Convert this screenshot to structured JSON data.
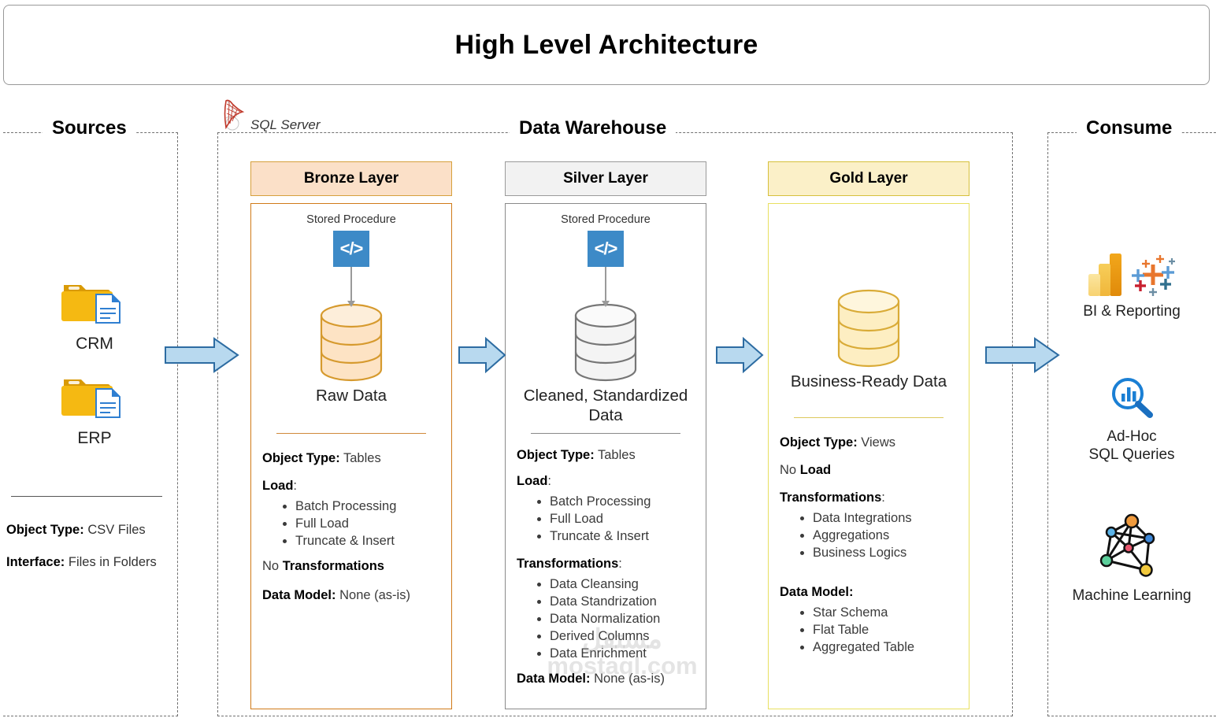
{
  "title": "High Level Architecture",
  "platform_tag": {
    "label": "SQL Server",
    "icon": "sql-server-icon"
  },
  "zones": {
    "sources": {
      "label": "Sources"
    },
    "warehouse": {
      "label": "Data Warehouse"
    },
    "consume": {
      "label": "Consume"
    }
  },
  "sources": {
    "items": [
      {
        "label": "CRM",
        "icon": "folder-csv-icon"
      },
      {
        "label": "ERP",
        "icon": "folder-csv-icon"
      }
    ],
    "meta": [
      {
        "key": "Object Type:",
        "value": "CSV Files"
      },
      {
        "key": "Interface:",
        "value": "Files in Folders"
      }
    ]
  },
  "layers": [
    {
      "id": "bronze",
      "header": "Bronze Layer",
      "stored_procedure_label": "Stored Procedure",
      "has_stored_procedure": true,
      "db_caption": "Raw Data",
      "accent": "#d07a18",
      "header_fill": "#fbe0c8",
      "specs": [
        {
          "type": "kv",
          "key": "Object Type:",
          "value": " Tables"
        },
        {
          "type": "kv",
          "key": "Load",
          "value": ":"
        },
        {
          "type": "list",
          "items": [
            "Batch Processing",
            "Full Load",
            "Truncate & Insert"
          ]
        },
        {
          "type": "kv_pre",
          "pre": "No ",
          "key": "Transformations",
          "value": ""
        },
        {
          "type": "kv",
          "key": "Data Model:",
          "value": " None (as-is)"
        }
      ]
    },
    {
      "id": "silver",
      "header": "Silver Layer",
      "stored_procedure_label": "Stored Procedure",
      "has_stored_procedure": true,
      "db_caption": "Cleaned, Standardized Data",
      "accent": "#8a8a8a",
      "header_fill": "#f2f2f2",
      "specs": [
        {
          "type": "kv",
          "key": "Object Type:",
          "value": " Tables"
        },
        {
          "type": "kv",
          "key": "Load",
          "value": ":"
        },
        {
          "type": "list",
          "items": [
            "Batch Processing",
            "Full Load",
            "Truncate & Insert"
          ]
        },
        {
          "type": "kv",
          "key": "Transformations",
          "value": ":"
        },
        {
          "type": "list",
          "items": [
            "Data Cleansing",
            "Data Standrization",
            "Data Normalization",
            "Derived Columns",
            "Data Enrichment"
          ]
        },
        {
          "type": "kv",
          "key": "Data Model:",
          "value": " None (as-is)"
        }
      ]
    },
    {
      "id": "gold",
      "header": "Gold Layer",
      "stored_procedure_label": "",
      "has_stored_procedure": false,
      "db_caption": "Business-Ready Data",
      "accent": "#e8e060",
      "header_fill": "#fbf0c8",
      "specs": [
        {
          "type": "kv",
          "key": "Object Type:",
          "value": " Views"
        },
        {
          "type": "kv_pre",
          "pre": "No ",
          "key": "Load",
          "value": ""
        },
        {
          "type": "kv",
          "key": "Transformations",
          "value": ":"
        },
        {
          "type": "list",
          "items": [
            "Data Integrations",
            "Aggregations",
            "Business Logics"
          ]
        },
        {
          "type": "kv",
          "key": "Data Model:",
          "value": ""
        },
        {
          "type": "list",
          "items": [
            "Star Schema",
            "Flat Table",
            "Aggregated Table"
          ]
        }
      ]
    }
  ],
  "consume": {
    "items": [
      {
        "label": "BI & Reporting",
        "icon": "powerbi-tableau-icon"
      },
      {
        "label": "Ad-Hoc\nSQL Queries",
        "icon": "magnifier-chart-icon"
      },
      {
        "label": "Machine Learning",
        "icon": "neural-network-icon"
      }
    ]
  },
  "flow_arrows": [
    {
      "name": "arrow-sources-to-bronze"
    },
    {
      "name": "arrow-bronze-to-silver"
    },
    {
      "name": "arrow-silver-to-gold"
    },
    {
      "name": "arrow-gold-to-consume"
    }
  ],
  "watermark": {
    "arabic": "مستقل",
    "latin": "mostaql.com"
  },
  "colors": {
    "arrow_fill": "#b8d9ef",
    "arrow_stroke": "#2d6ca2",
    "sp_icon": "#3d8ac7",
    "folder": "#f2b705"
  }
}
